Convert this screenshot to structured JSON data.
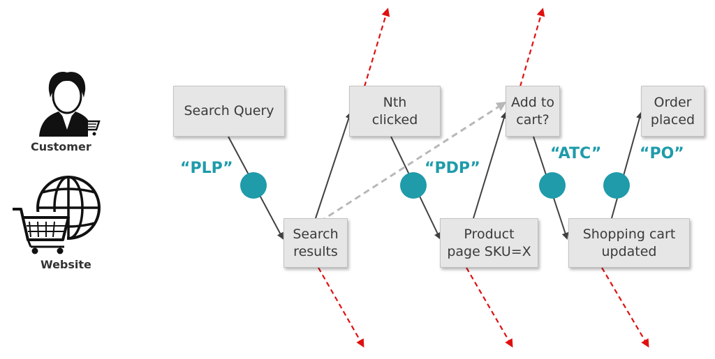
{
  "actors": {
    "customer": "Customer",
    "website": "Website"
  },
  "nodes": {
    "search_query": "Search Query",
    "search_results": "Search\nresults",
    "nth_clicked": "Nth\nclicked",
    "product_page": "Product\npage SKU=X",
    "add_to_cart": "Add to\ncart?",
    "shopping_cart": "Shopping cart\nupdated",
    "order_placed": "Order\nplaced"
  },
  "labels": {
    "plp": "“PLP”",
    "pdp": "“PDP”",
    "atc": "“ATC”",
    "po": "“PO”"
  },
  "colors": {
    "box_fill": "#e6e6e6",
    "arrow": "#404040",
    "exit_arrow": "#e01010",
    "dashed_arrow": "#b8b8b8",
    "dot": "#1f9baa",
    "label": "#1f9baa"
  }
}
